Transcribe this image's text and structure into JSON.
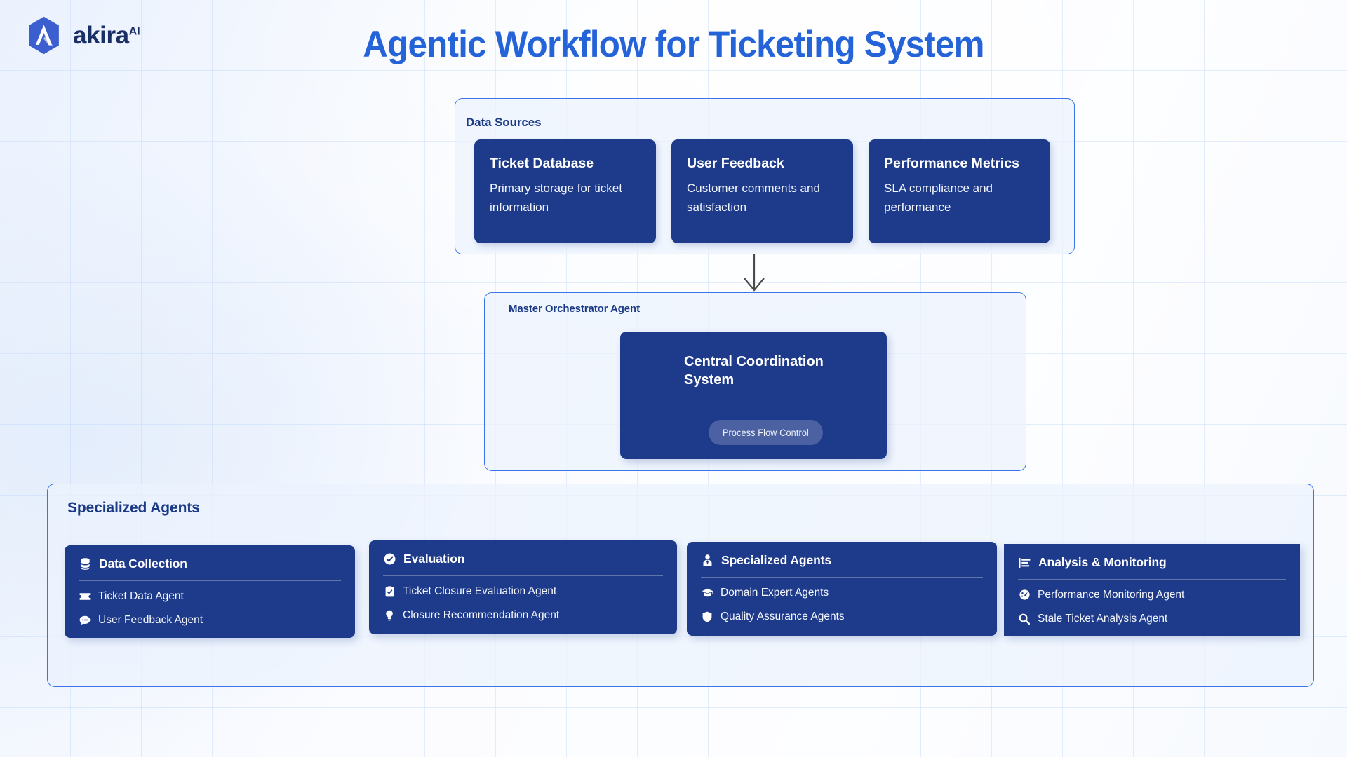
{
  "brand": {
    "name": "akira",
    "superscript": "AI",
    "logo_icon": "hexagon-a-logo",
    "logo_color": "#3c5fd0",
    "text_color": "#1b2f67"
  },
  "header": {
    "title": "Agentic Workflow for Ticketing System",
    "title_color": "#2563d9"
  },
  "theme": {
    "accent": "#2563d9",
    "panel_border": "#3b74e8",
    "card_navy": "#1e3a8a",
    "panel_bg": "#ebf2fd",
    "page_bg": "#fbfcff"
  },
  "data_sources": {
    "title": "Data Sources",
    "cards": [
      {
        "name": "Ticket Database",
        "description": "Primary storage for ticket information"
      },
      {
        "name": "User Feedback",
        "description": "Customer comments and satisfaction"
      },
      {
        "name": "Performance Metrics",
        "description": "SLA compliance and performance"
      }
    ]
  },
  "connector": {
    "icon": "arrow-down-icon",
    "color": "#4a4a4a"
  },
  "orchestrator": {
    "title": "Master Orchestrator Agent",
    "card_title": "Central Coordination System",
    "badge": "Process  Flow  Control"
  },
  "specialized_agents": {
    "title": "Specialized Agents",
    "cards": [
      {
        "title": "Data Collection",
        "header_icon": "database-icon",
        "items": [
          {
            "label": "Ticket Data Agent",
            "icon": "ticket-icon"
          },
          {
            "label": "User Feedback Agent",
            "icon": "comment-icon"
          }
        ]
      },
      {
        "title": "Evaluation",
        "header_icon": "check-circle-icon",
        "items": [
          {
            "label": "Ticket Closure Evaluation Agent",
            "icon": "clipboard-check-icon"
          },
          {
            "label": "Closure Recommendation Agent",
            "icon": "lightbulb-icon"
          }
        ]
      },
      {
        "title": "Specialized Agents",
        "header_icon": "user-tie-icon",
        "items": [
          {
            "label": "Domain Expert Agents",
            "icon": "graduation-cap-icon"
          },
          {
            "label": "Quality Assurance Agents",
            "icon": "shield-icon"
          }
        ]
      },
      {
        "title": "Analysis & Monitoring",
        "header_icon": "chart-bar-icon",
        "items": [
          {
            "label": "Performance Monitoring Agent",
            "icon": "gauge-icon"
          },
          {
            "label": "Stale Ticket Analysis Agent",
            "icon": "magnifier-icon"
          }
        ]
      }
    ]
  }
}
